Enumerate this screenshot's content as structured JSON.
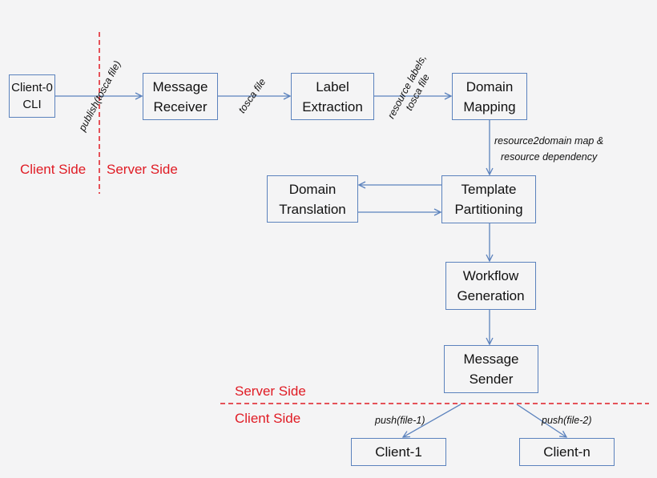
{
  "nodes": {
    "client0": [
      "Client-0",
      "CLI"
    ],
    "receiver": [
      "Message",
      "Receiver"
    ],
    "extraction": [
      "Label",
      "Extraction"
    ],
    "mapping": [
      "Domain",
      "Mapping"
    ],
    "translation": [
      "Domain",
      "Translation"
    ],
    "partitioning": [
      "Template",
      "Partitioning"
    ],
    "workflow": [
      "Workflow",
      "Generation"
    ],
    "sender": [
      "Message",
      "Sender"
    ],
    "client1": [
      "Client-1"
    ],
    "clientn": [
      "Client-n"
    ]
  },
  "edge_labels": {
    "publish": "publish(tosca file)",
    "tosca": "tosca file",
    "resource_labels": [
      "resource labels,",
      "tosca file"
    ],
    "map_dep": [
      "resource2domain map &",
      "resource dependency"
    ],
    "push1": "push(file-1)",
    "push2": "push(file-2)"
  },
  "sides": {
    "top_client": "Client Side",
    "top_server": "Server Side",
    "bottom_server": "Server Side",
    "bottom_client": "Client Side"
  },
  "colors": {
    "box_border": "#5b82bd",
    "arrow": "#5b82bd",
    "divider": "#e01b24",
    "side_text": "#e01b24"
  }
}
